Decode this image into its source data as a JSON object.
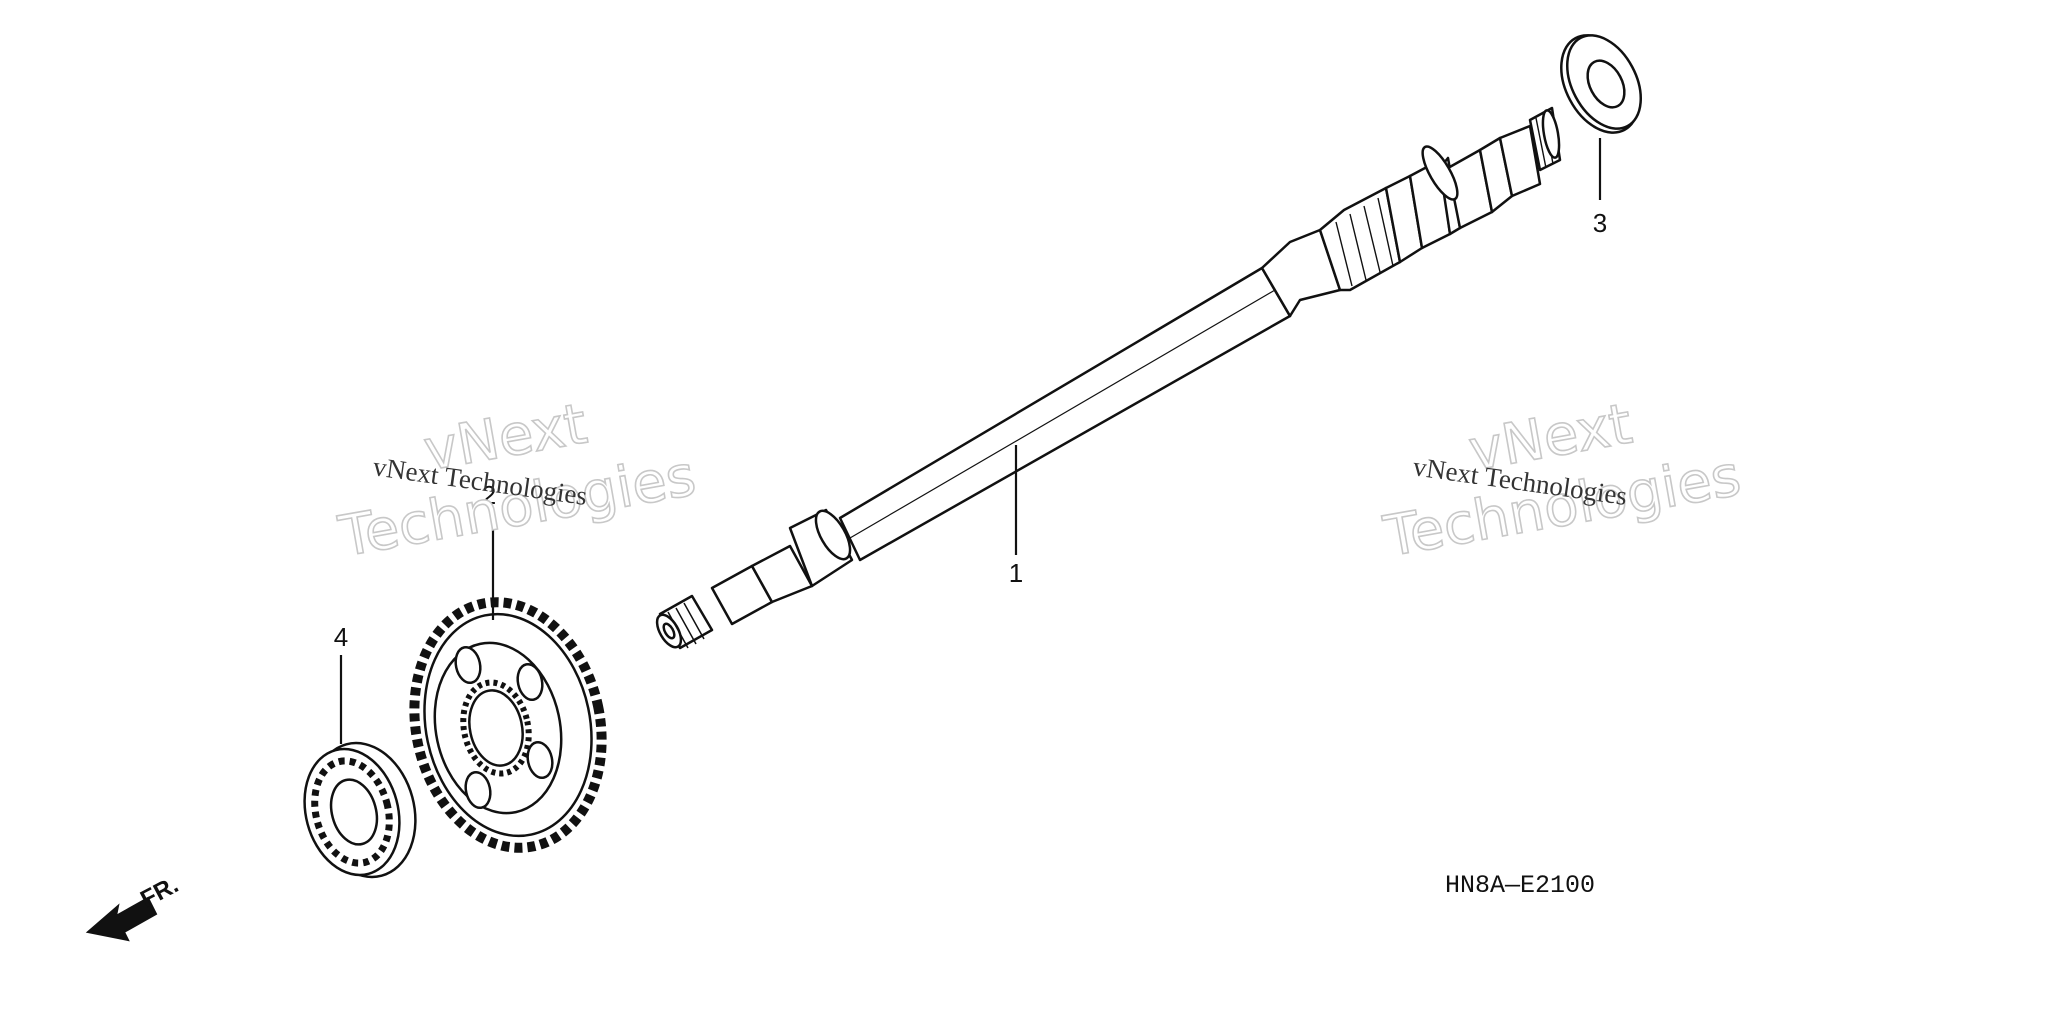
{
  "callouts": [
    {
      "id": "1",
      "label": "1",
      "part": "shaft"
    },
    {
      "id": "2",
      "label": "2",
      "part": "gear"
    },
    {
      "id": "3",
      "label": "3",
      "part": "washer"
    },
    {
      "id": "4",
      "label": "4",
      "part": "bearing"
    }
  ],
  "diagram_code": "HN8A—E2100",
  "direction_label": "FR.",
  "watermarks": [
    {
      "line1": "vNext",
      "line2": "Technologies",
      "caption": "vNext Technologies"
    },
    {
      "line1": "vNext",
      "line2": "Technologies",
      "caption": "vNext Technologies"
    }
  ]
}
